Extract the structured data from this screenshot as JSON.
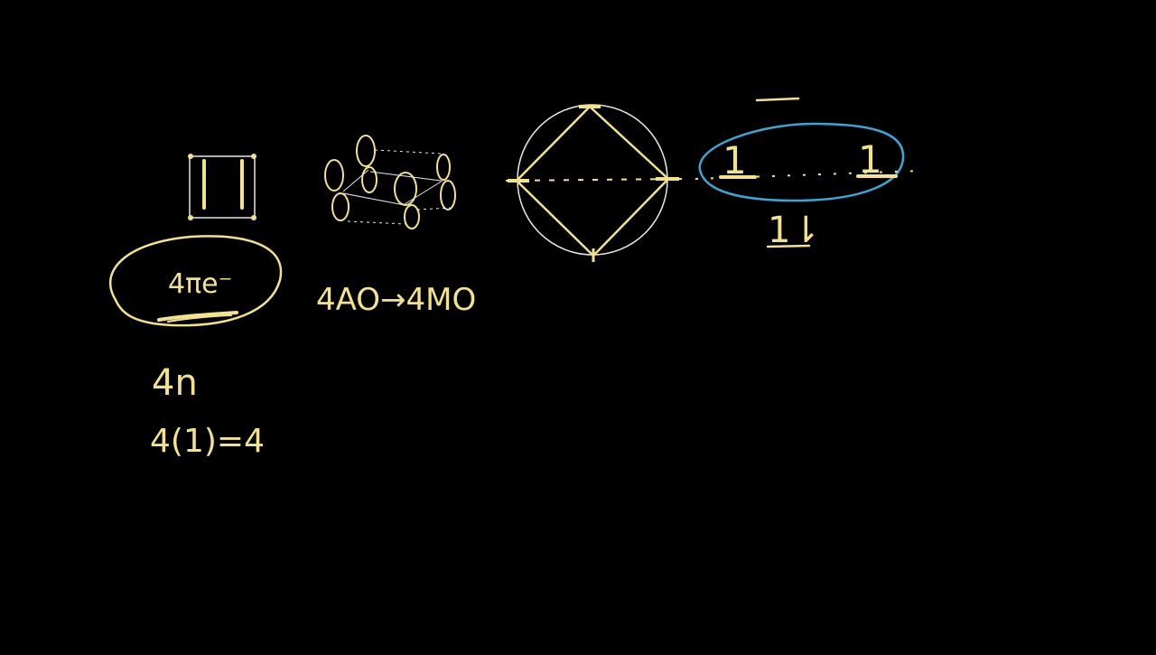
{
  "board": {
    "background": "#000000",
    "ink_yellow": "#f2e38a",
    "ink_white": "#e8e8e8",
    "ink_blue": "#3aa6d6"
  },
  "labels": {
    "pi_electrons": "4πe⁻",
    "ao_to_mo": "4AO→4MO",
    "four_n": "4n",
    "four_n_eval": "4(1)=4",
    "level_electron_left": "1",
    "level_electron_right": "1",
    "level_pair_bottom": "1⇂"
  },
  "icons": {
    "cyclobutadiene_square": "square-structure-icon",
    "p_orbitals": "p-orbital-lobes-icon",
    "frost_circle": "frost-circle-icon",
    "energy_levels": "mo-energy-levels-icon"
  }
}
